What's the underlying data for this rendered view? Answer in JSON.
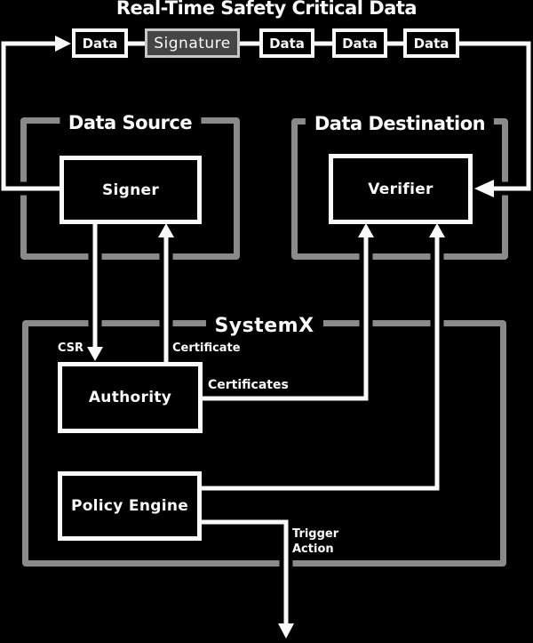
{
  "title": "Real-Time Safety Critical Data",
  "flow_chain": {
    "box1": "Data",
    "box2": "Signature",
    "box3": "Data",
    "box4": "Data",
    "box5": "Data"
  },
  "data_source": {
    "title": "Data Source",
    "signer": "Signer"
  },
  "data_destination": {
    "title": "Data Destination",
    "verifier": "Verifier"
  },
  "systemx": {
    "title": "SystemX",
    "authority": "Authority",
    "policy_engine": "Policy Engine"
  },
  "edge_labels": {
    "csr": "CSR",
    "certificate": "Certificate",
    "certificates": "Certificates",
    "trigger": "Trigger",
    "action": "Action"
  },
  "colors": {
    "background": "#000000",
    "foreground": "#fafafa",
    "container_border": "#8a8a8a",
    "signature_fill": "#454545",
    "signature_border": "#c8c8c8"
  }
}
